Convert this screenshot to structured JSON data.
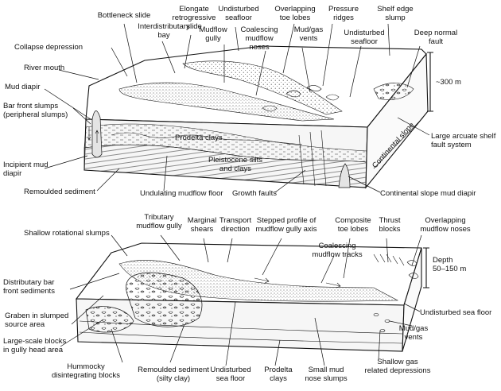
{
  "upper_block": {
    "labels": {
      "bottleneck_slide": "Bottleneck slide",
      "elongate_retrogressive_1": "Elongate",
      "elongate_retrogressive_2": "retrogressive",
      "elongate_retrogressive_3": "slide",
      "undisturbed_seafloor_top_1": "Undisturbed",
      "undisturbed_seafloor_top_2": "seafloor",
      "overlapping_toe_lobes_1": "Overlapping",
      "overlapping_toe_lobes_2": "toe lobes",
      "pressure_ridges_1": "Pressure",
      "pressure_ridges_2": "ridges",
      "shelf_edge_slump_1": "Shelf edge",
      "shelf_edge_slump_2": "slump",
      "interdistributary_bay_1": "Interdistributary",
      "interdistributary_bay_2": "bay",
      "mudflow_gully_1": "Mudflow",
      "mudflow_gully_2": "gully",
      "coalescing_mudflow_noses_1": "Coalescing",
      "coalescing_mudflow_noses_2": "mudflow",
      "coalescing_mudflow_noses_3": "noses",
      "mud_gas_vents_1": "Mud/gas",
      "mud_gas_vents_2": "vents",
      "undisturbed_seafloor_right_1": "Undisturbed",
      "undisturbed_seafloor_right_2": "seafloor",
      "deep_normal_fault_1": "Deep normal",
      "deep_normal_fault_2": "fault",
      "collapse_depression": "Collapse depression",
      "river_mouth": "River mouth",
      "mud_diapir": "Mud diapir",
      "bar_front_slumps_1": "Bar front slumps",
      "bar_front_slumps_2": "(peripheral slumps)",
      "incipient_mud_diapir_1": "Incipient mud",
      "incipient_mud_diapir_2": "diapir",
      "remoulded_sediment": "Remoulded sediment",
      "undulating_mudflow_floor": "Undulating mudflow floor",
      "growth_faults": "Growth faults",
      "continental_slope_mud_diapir": "Continental slope mud diapir",
      "large_arcuate_1": "Large arcuate shelf",
      "large_arcuate_2": "fault system",
      "depth": "~300 m",
      "prodelta_clays": "Prodelta clays",
      "pleistocene_1": "Pleistocene silts",
      "pleistocene_2": "and clays",
      "continental_slope": "Continental slope"
    }
  },
  "lower_block": {
    "labels": {
      "tributary_1": "Tributary",
      "tributary_2": "mudflow gully",
      "marginal_shears_1": "Marginal",
      "marginal_shears_2": "shears",
      "transport_direction_1": "Transport",
      "transport_direction_2": "direction",
      "stepped_profile_1": "Stepped profile of",
      "stepped_profile_2": "mudflow gully axis",
      "composite_toe_lobes_1": "Composite",
      "composite_toe_lobes_2": "toe lobes",
      "thrust_blocks_1": "Thrust",
      "thrust_blocks_2": "blocks",
      "overlapping_noses_1": "Overlapping",
      "overlapping_noses_2": "mudflow noses",
      "shallow_rotational_slumps": "Shallow rotational slumps",
      "coalescing_tracks_1": "Coalescing",
      "coalescing_tracks_2": "mudflow tracks",
      "depth_1": "Depth",
      "depth_2": "50–150 m",
      "distributary_bar_1": "Distributary bar",
      "distributary_bar_2": "front sediments",
      "graben_1": "Graben in slumped",
      "graben_2": "source area",
      "undisturbed_sea_floor_right": "Undisturbed sea floor",
      "large_scale_blocks_1": "Large-scale blocks",
      "large_scale_blocks_2": "in gully head area",
      "mud_gas_vents_1": "Mud/gas",
      "mud_gas_vents_2": "vents",
      "hummocky_1": "Hummocky",
      "hummocky_2": "disintegrating blocks",
      "remoulded_sediment_1": "Remoulded sediment",
      "remoulded_sediment_2": "(silty clay)",
      "undisturbed_sea_floor_bottom_1": "Undisturbed",
      "undisturbed_sea_floor_bottom_2": "sea floor",
      "prodelta_clays_1": "Prodelta",
      "prodelta_clays_2": "clays",
      "small_mud_nose_slumps_1": "Small mud",
      "small_mud_nose_slumps_2": "nose slumps",
      "shallow_gas_1": "Shallow gas",
      "shallow_gas_2": "related depressions"
    }
  }
}
